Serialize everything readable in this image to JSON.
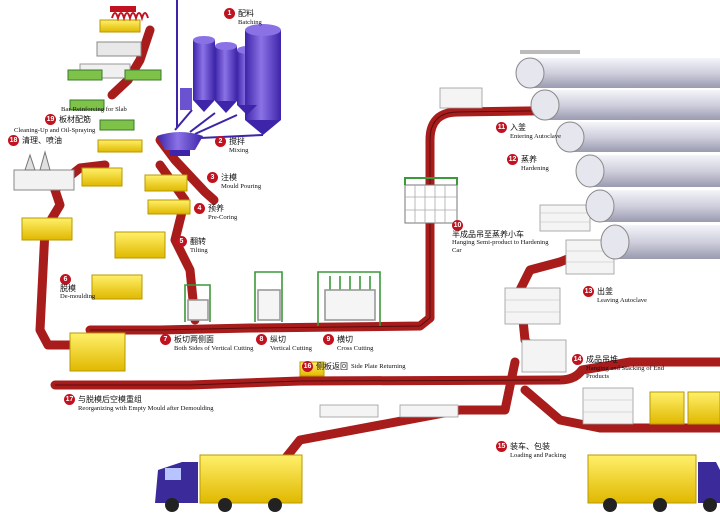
{
  "steps": [
    {
      "n": "1",
      "cn": "配料",
      "en": "Batching"
    },
    {
      "n": "2",
      "cn": "搅拌",
      "en": "Mixing"
    },
    {
      "n": "3",
      "cn": "注模",
      "en": "Mould Pouring"
    },
    {
      "n": "4",
      "cn": "预养",
      "en": "Pre-Coring"
    },
    {
      "n": "5",
      "cn": "翻转",
      "en": "Tilting"
    },
    {
      "n": "6",
      "cn": "脱模",
      "en": "De-moulding"
    },
    {
      "n": "7",
      "cn": "板切两侧面",
      "en": "Both Sides of Vertical Cutting"
    },
    {
      "n": "8",
      "cn": "纵切",
      "en": "Vertical Cutting"
    },
    {
      "n": "9",
      "cn": "横切",
      "en": "Cross Cutting"
    },
    {
      "n": "10",
      "cn": "半成品吊至蒸养小车",
      "en": "Hanging Semi-product to Hardening Car"
    },
    {
      "n": "11",
      "cn": "入釜",
      "en": "Entering Autoclave"
    },
    {
      "n": "12",
      "cn": "蒸养",
      "en": "Hardening"
    },
    {
      "n": "13",
      "cn": "出釜",
      "en": "Leaving Autoclave"
    },
    {
      "n": "14",
      "cn": "成品吊堆",
      "en": "Hanging and Stacking of End Products"
    },
    {
      "n": "15",
      "cn": "装车、包装",
      "en": "Loading and Packing"
    },
    {
      "n": "16",
      "cn": "侧板返回",
      "en": "Side Plate Returning"
    },
    {
      "n": "17",
      "cn": "与脱模后空模重组",
      "en": "Reorganizing with Empty Mould after Demoulding"
    },
    {
      "n": "18",
      "cn": "清理、喷油",
      "en": "Cleaning-Up and Oil-Spraying"
    },
    {
      "n": "19",
      "cn": "板材配筋",
      "en": "Bar-Reinforcing for Slab"
    }
  ],
  "colors": {
    "track": "#a81c1c",
    "track_light": "#c23a2a",
    "mould": "#f5d400",
    "mould_edge": "#b89a00",
    "silo": "#5a3fc4",
    "silo_light": "#8a72e6",
    "autoclave": "#d9d9e6",
    "truck_cab": "#3b2a9a",
    "truck_box": "#f5d400",
    "rack": "#3a9a3a",
    "badge": "#c1121f"
  }
}
